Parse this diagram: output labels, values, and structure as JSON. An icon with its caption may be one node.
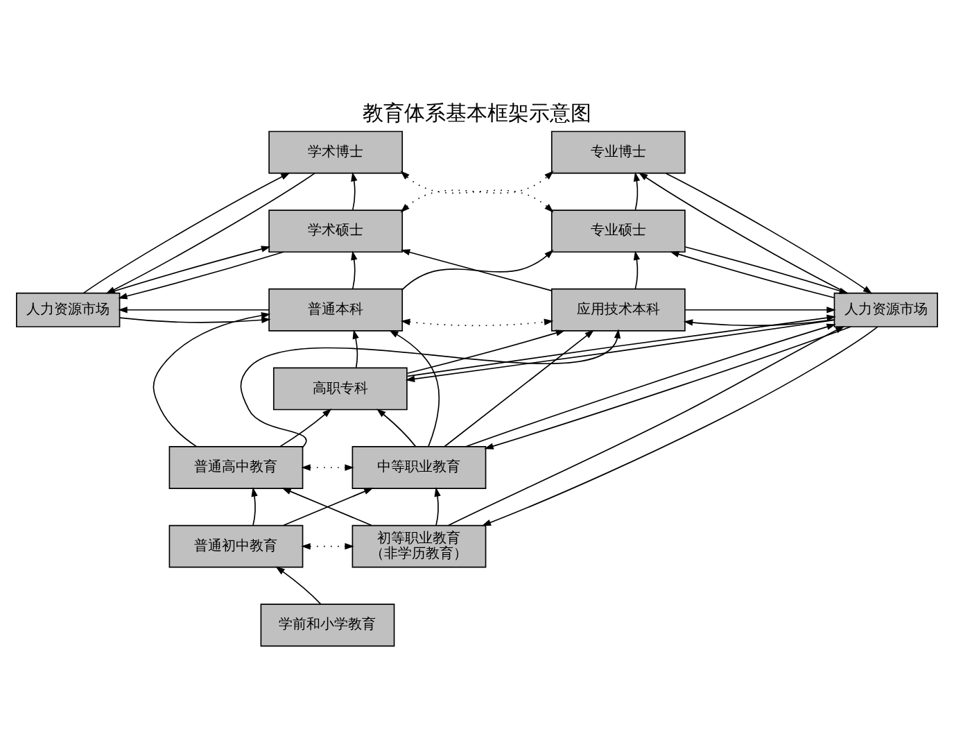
{
  "diagram": {
    "title": "教育体系基本框架示意图",
    "nodes": [
      {
        "text": [
          "人力资源市场"
        ]
      },
      {
        "text": [
          "学术博士"
        ]
      },
      {
        "text": [
          "学术硕士"
        ]
      },
      {
        "text": [
          "普通本科"
        ]
      },
      {
        "text": [
          "普通高中教育"
        ]
      },
      {
        "text": [
          "普通初中教育"
        ]
      },
      {
        "text": [
          "学前和小学教育"
        ]
      },
      {
        "text": [
          "专业博士"
        ]
      },
      {
        "text": [
          "专业硕士"
        ]
      },
      {
        "text": [
          "应用技术本科"
        ]
      },
      {
        "text": [
          "高职专科"
        ]
      },
      {
        "text": [
          "中等职业教育"
        ]
      },
      {
        "text": [
          "初等职业教育",
          "（非学历教育）"
        ]
      },
      {
        "text": [
          "人力资源市场"
        ]
      }
    ],
    "edges": [
      {
        "from": 1,
        "to": 0,
        "arrow": "to"
      },
      {
        "from": 0,
        "to": 1,
        "arrow": "to"
      },
      {
        "from": 2,
        "to": 0,
        "arrow": "to"
      },
      {
        "from": 0,
        "to": 2,
        "arrow": "to"
      },
      {
        "from": 3,
        "to": 0,
        "arrow": "to"
      },
      {
        "from": 0,
        "to": 3,
        "arrow": "to"
      },
      {
        "from": 2,
        "to": 1,
        "arrow": "to"
      },
      {
        "from": 3,
        "to": 2,
        "arrow": "to"
      },
      {
        "from": 4,
        "to": 3,
        "arrow": "to"
      },
      {
        "from": 5,
        "to": 4,
        "arrow": "to"
      },
      {
        "from": 6,
        "to": 5,
        "arrow": "to"
      },
      {
        "from": 8,
        "to": 7,
        "arrow": "to"
      },
      {
        "from": 9,
        "to": 8,
        "arrow": "to"
      },
      {
        "from": 10,
        "to": 9,
        "arrow": "to"
      },
      {
        "from": 11,
        "to": 10,
        "arrow": "to"
      },
      {
        "from": 12,
        "to": 11,
        "arrow": "to"
      },
      {
        "from": 11,
        "to": 9,
        "arrow": "to"
      },
      {
        "from": 7,
        "to": 13,
        "arrow": "to"
      },
      {
        "from": 13,
        "to": 7,
        "arrow": "to"
      },
      {
        "from": 8,
        "to": 13,
        "arrow": "to"
      },
      {
        "from": 13,
        "to": 8,
        "arrow": "to"
      },
      {
        "from": 9,
        "to": 13,
        "arrow": "to"
      },
      {
        "from": 13,
        "to": 9,
        "arrow": "to"
      },
      {
        "from": 10,
        "to": 13,
        "arrow": "to"
      },
      {
        "from": 13,
        "to": 10,
        "arrow": "to"
      },
      {
        "from": 11,
        "to": 13,
        "arrow": "to"
      },
      {
        "from": 13,
        "to": 11,
        "arrow": "to"
      },
      {
        "from": 12,
        "to": 13,
        "arrow": "to"
      },
      {
        "from": 13,
        "to": 12,
        "arrow": "to"
      },
      {
        "from": 1,
        "to": 8,
        "arrow": "both",
        "style": "dashed"
      },
      {
        "from": 2,
        "to": 7,
        "arrow": "both",
        "style": "dashed"
      },
      {
        "from": 9,
        "to": 2,
        "arrow": "to"
      },
      {
        "from": 3,
        "to": 8,
        "arrow": "to"
      },
      {
        "from": 3,
        "to": 9,
        "arrow": "both",
        "style": "dashed"
      },
      {
        "from": 10,
        "to": 3,
        "arrow": "to"
      },
      {
        "from": 11,
        "to": 3,
        "arrow": "to"
      },
      {
        "from": 4,
        "to": 9,
        "arrow": "to"
      },
      {
        "from": 4,
        "to": 10,
        "arrow": "to"
      },
      {
        "from": 4,
        "to": 11,
        "arrow": "both",
        "style": "dashed"
      },
      {
        "from": 12,
        "to": 4,
        "arrow": "to"
      },
      {
        "from": 5,
        "to": 11,
        "arrow": "to"
      },
      {
        "from": 5,
        "to": 12,
        "arrow": "both",
        "style": "dashed"
      }
    ]
  }
}
